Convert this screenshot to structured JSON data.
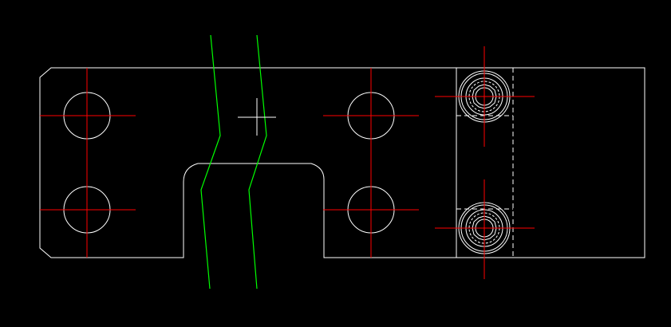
{
  "drawing": {
    "background_color": "#000000",
    "outline_color": "#ffffff",
    "centerline_color": "#ff0000",
    "break_line_color": "#00ff00",
    "hidden_line_color": "#ffffff",
    "cursor_color": "#ffffff",
    "counterbored_holes": 4,
    "socket_head_screws": 2,
    "hidden_line_style": "dashed"
  }
}
